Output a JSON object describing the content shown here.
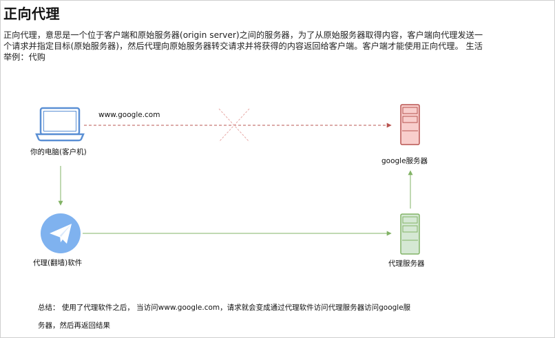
{
  "title": "正向代理",
  "intro": "正向代理，意思是一个位于客户端和原始服务器(origin server)之间的服务器，为了从原始服务器取得内容，客户端向代理发送一个请求并指定目标(原始服务器)，然后代理向原始服务器转交请求并将获得的内容返回给客户端。客户端才能使用正向代理。 生活举例：代购",
  "nodes": {
    "client_label": "你的电脑(客户机)",
    "proxy_software_label": "代理(翻墙)软件",
    "google_server_label": "google服务器",
    "proxy_server_label": "代理服务器"
  },
  "edges": {
    "direct_request_label": "www.google.com"
  },
  "icons": {
    "client": "laptop-icon",
    "proxy_software": "paper-plane-icon",
    "google_server": "server-icon",
    "proxy_server": "server-icon",
    "blocked": "cross-icon"
  },
  "colors": {
    "red": "#b85450",
    "red_fill": "#f8cecc",
    "green": "#82b366",
    "green_fill": "#d5e8d4",
    "blue": "#5a8fd4",
    "plane_bg": "#7fb2ef"
  },
  "summary": {
    "line1": "总结： 使用了代理软件之后， 当访问www.google.com，请求就会变成通过代理软件访问代理服务器访问google服",
    "line2": "务器，然后再返回结果"
  }
}
